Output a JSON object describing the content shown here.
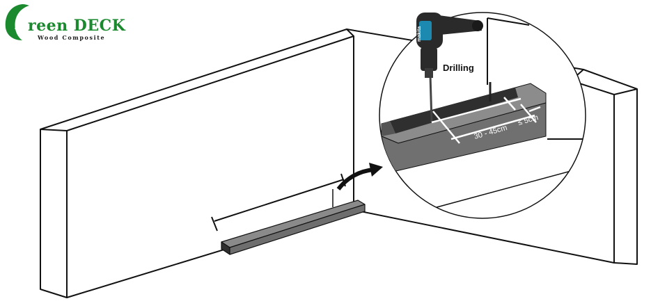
{
  "brand": {
    "name": "reen DECK",
    "tagline": "Wood Composite",
    "brand_color": "#1b8a2f"
  },
  "detail": {
    "action_label": "Drilling",
    "spacing_label": "30 - 45cm",
    "edge_label": "≤ 5cm",
    "tool_brand": "makita"
  },
  "colors": {
    "line": "#111111",
    "joist_top": "#8a8a8a",
    "joist_side": "#6e6e6e",
    "joist_dark": "#2f2f2f",
    "drill_body": "#2a2a2a",
    "drill_accent": "#1c8ab0"
  },
  "icons": [
    "leaf-logo-icon",
    "drill-icon",
    "curved-arrow-icon"
  ]
}
